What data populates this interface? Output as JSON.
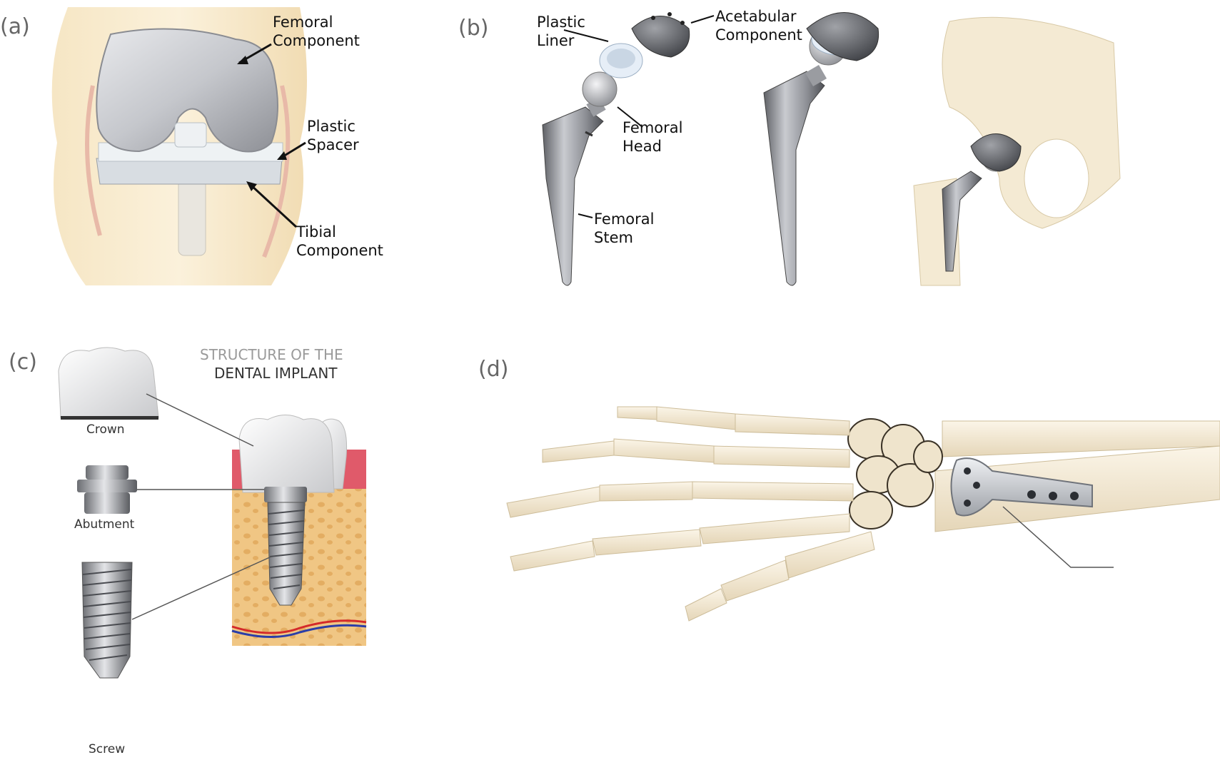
{
  "panels": {
    "a": {
      "label": "(a)",
      "femoral_component": [
        "Femoral",
        "Component"
      ],
      "plastic_spacer": [
        "Plastic",
        "Spacer"
      ],
      "tibial_component": [
        "Tibial",
        "Component"
      ]
    },
    "b": {
      "label": "(b)",
      "plastic_liner": [
        "Plastic",
        "Liner"
      ],
      "acetabular_component": [
        "Acetabular",
        "Component"
      ],
      "femoral_head": [
        "Femoral",
        "Head"
      ],
      "femoral_stem": [
        "Femoral",
        "Stem"
      ]
    },
    "c": {
      "label": "(c)",
      "title_line1": "STRUCTURE OF THE",
      "title_line2": "DENTAL IMPLANT",
      "crown": "Crown",
      "abutment": "Abutment",
      "screw": "Screw"
    },
    "d": {
      "label": "(d)"
    }
  },
  "colors": {
    "bone": "#efe4cc",
    "metal": "#a9abb0",
    "gum": "#e05a6a",
    "jaw": "#f2c98f"
  }
}
